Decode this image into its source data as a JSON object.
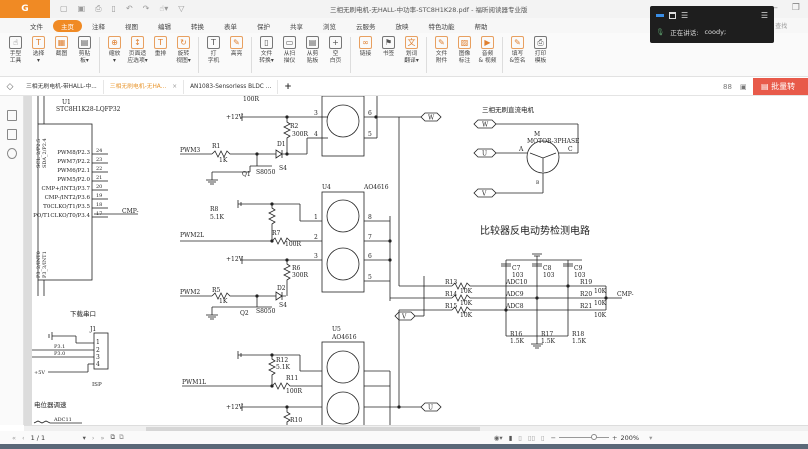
{
  "app": {
    "title": "三相无刷电机-无HALL-中功率-STC8H1K28.pdf - 福昕阅读器专业版",
    "logo": "G",
    "quick_access": [
      "open-icon",
      "save-icon",
      "print-icon",
      "new-icon",
      "undo-icon",
      "redo-icon",
      "hand-icon",
      "customize-icon"
    ],
    "search_placeholder": "查找"
  },
  "menu": [
    "文件",
    "主页",
    "注释",
    "视图",
    "编辑",
    "转换",
    "表单",
    "保护",
    "共享",
    "浏览",
    "云服务",
    "放映",
    "特色功能",
    "帮助"
  ],
  "menu_active": "主页",
  "ribbon": [
    {
      "label": "手型\n工具",
      "icon": "hand-icon"
    },
    {
      "label": "选择\n▾",
      "icon": "select-text-icon"
    },
    {
      "label": "截图",
      "icon": "snapshot-icon"
    },
    {
      "label": "剪贴\n板▾",
      "icon": "clipboard-icon"
    },
    {
      "label": "缩放\n▾",
      "icon": "zoom-icon"
    },
    {
      "label": "页面适\n应选项▾",
      "icon": "fit-page-icon"
    },
    {
      "label": "重排",
      "icon": "reflow-icon"
    },
    {
      "label": "旋转\n视图▾",
      "icon": "rotate-icon"
    },
    {
      "label": "打\n字机",
      "icon": "typewriter-icon"
    },
    {
      "label": "高亮",
      "icon": "highlight-icon"
    },
    {
      "label": "文件\n转换▾",
      "icon": "convert-icon"
    },
    {
      "label": "从扫\n描仪",
      "icon": "scanner-icon"
    },
    {
      "label": "从剪\n贴板",
      "icon": "from-clipboard-icon"
    },
    {
      "label": "空\n白页",
      "icon": "blank-page-icon"
    },
    {
      "label": "链接",
      "icon": "link-icon"
    },
    {
      "label": "书签",
      "icon": "bookmark-icon"
    },
    {
      "label": "划词\n翻译▾",
      "icon": "translate-icon"
    },
    {
      "label": "文件\n附件",
      "icon": "attachment-icon"
    },
    {
      "label": "图像\n标注",
      "icon": "image-annotation-icon"
    },
    {
      "label": "音频\n& 视频",
      "icon": "audio-video-icon"
    },
    {
      "label": "填写\n&签名",
      "icon": "sign-icon"
    },
    {
      "label": "打印\n模板",
      "icon": "print-template-icon"
    }
  ],
  "tabs": [
    {
      "label": "三相无刷电机-带HALL-中...",
      "active": false
    },
    {
      "label": "三相无刷电机-无HA...",
      "active": true,
      "close": "×"
    },
    {
      "label": "AN1083-Sensorless BLDC ...",
      "active": false
    }
  ],
  "tab_add": "+",
  "batch_button": "批量转PDF",
  "voice_widget": {
    "label": "正在讲话:",
    "speaker": "coody;"
  },
  "status": {
    "page_value": "1 / 1",
    "zoom": "200%"
  },
  "schematic": {
    "u1": "U1",
    "u1_part": "STC8H1K28-LQFP32",
    "pins": [
      {
        "name": "PWM8/P2.3",
        "num": "24"
      },
      {
        "name": "PWM7/P2.2",
        "num": "23"
      },
      {
        "name": "PWM6/P2.1",
        "num": "22"
      },
      {
        "name": "PWM5/P2.0",
        "num": "21"
      },
      {
        "name": "CMP+/INT3/P3.7",
        "num": "20"
      },
      {
        "name": "CMP-/INT2/P3.6",
        "num": "19"
      },
      {
        "name": "T0CLKO/T1/P3.5",
        "num": "18"
      },
      {
        "name": "PO/T1CLKO/T0/P3.4",
        "num": "17"
      }
    ],
    "cmp_net": "CMP-",
    "top_pins": [
      "SCL_2/P2.5",
      "SDA_2/P2.4"
    ],
    "bot_pins": [
      "P3_2/INT0",
      "P3_3/INT1"
    ],
    "download_title": "下载串口",
    "j1": "J1",
    "j1_pins": [
      "1",
      "2",
      "3",
      "4"
    ],
    "p31": "P3.1",
    "p30": "P3.0",
    "plus5v": "+5V",
    "isp": "ISP",
    "pot_title": "电位器调速",
    "adc11": "ADC11",
    "plus12v": "+12V",
    "pwm3": "PWM3",
    "pwm2l": "PWM2L",
    "pwm2": "PWM2",
    "pwm1l": "PWM1L",
    "r1": "R1",
    "r1v": "1K",
    "r2": "R2",
    "r2v": "300R",
    "d1": "D1",
    "d1v": "S4",
    "q1": "Q1",
    "q1v": "S8050",
    "u4": "U4",
    "u4p": "AO4616",
    "r8": "R8",
    "r8v": "5.1K",
    "r7": "R7",
    "r7v": "100R",
    "r6": "R6",
    "r6v": "300R",
    "r5": "R5",
    "r5v": "1K",
    "d2": "D2",
    "d2v": "S4",
    "q2": "Q2",
    "q2v": "S8050",
    "u5": "U5",
    "u5p": "AO4616",
    "r12": "R12",
    "r12v": "5.1K",
    "r11": "R11",
    "r11v": "100R",
    "r10": "R10",
    "top_r": "100R",
    "w": "W",
    "u": "U",
    "v": "V",
    "motor_title": "三相无刷直流电机",
    "motor_m": "M",
    "motor_part": "MOTOR-3PHASE",
    "motor_a": "A",
    "motor_b": "B",
    "motor_c": "C",
    "bemf_title": "比较器反电动势检测电路",
    "r13": "R13",
    "r14": "R14",
    "r15": "R15",
    "rv10k": "10K",
    "adc10": "ADC10",
    "adc9": "ADC9",
    "adc8": "ADC8",
    "c7": "C7",
    "c8": "C8",
    "c9": "C9",
    "c103": "103",
    "r16": "R16",
    "r17": "R17",
    "r18": "R18",
    "r15k": "1.5K",
    "r19": "R19",
    "r20": "R20",
    "r21": "R21",
    "cmp_out": "CMP-",
    "mos_pins": [
      "1",
      "2",
      "3",
      "4",
      "5",
      "6",
      "7",
      "8"
    ]
  }
}
